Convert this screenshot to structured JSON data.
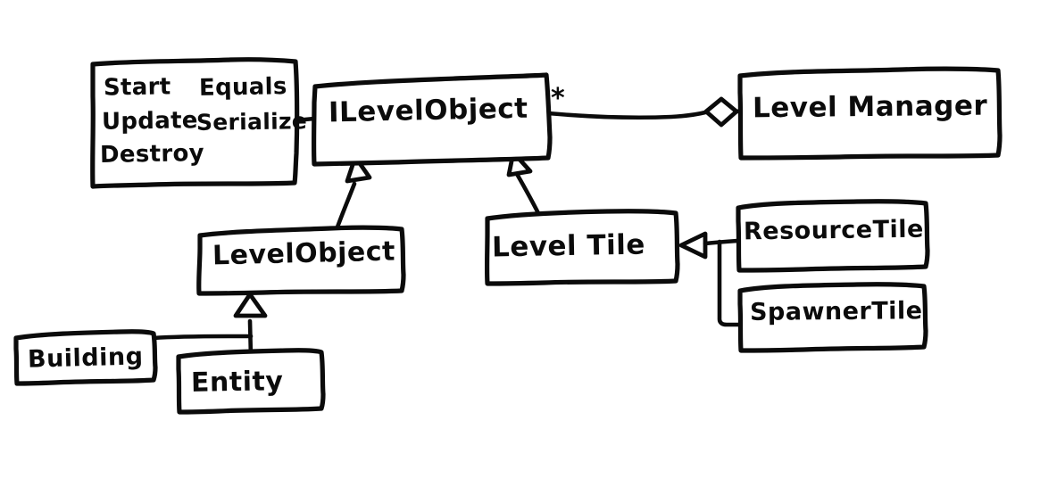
{
  "diagram": {
    "title": "UML class diagram",
    "style": "hand-drawn sketch",
    "background_color": "#ffffff",
    "stroke_color": "#0b0b0b"
  },
  "nodes": {
    "methods_box": {
      "kind": "method-list",
      "methods": [
        "Start",
        "Equals",
        "Update",
        "Serialize",
        "Destroy"
      ],
      "column_left": [
        "Start",
        "Update",
        "Destroy"
      ],
      "column_right": [
        "Equals",
        "Serialize"
      ]
    },
    "ilevelobject": {
      "label": "ILevelObject",
      "kind": "interface",
      "multiplicity": "*"
    },
    "levelmanager": {
      "label": "Level Manager",
      "kind": "class"
    },
    "levelobject": {
      "label": "LevelObject",
      "kind": "class"
    },
    "leveltile": {
      "label": "Level Tile",
      "kind": "class"
    },
    "resourcetile": {
      "label": "ResourceTile",
      "kind": "class"
    },
    "spawnertile": {
      "label": "SpawnerTile",
      "kind": "class"
    },
    "building": {
      "label": "Building",
      "kind": "class"
    },
    "entity": {
      "label": "Entity",
      "kind": "class"
    }
  },
  "edges": [
    {
      "from": "methods_box",
      "to": "ilevelobject",
      "type": "association",
      "label": ""
    },
    {
      "from": "levelmanager",
      "to": "ilevelobject",
      "type": "aggregation",
      "label": "*",
      "marker_at": "levelmanager",
      "marker": "open-diamond"
    },
    {
      "from": "levelobject",
      "to": "ilevelobject",
      "type": "generalization",
      "marker_at": "ilevelobject",
      "marker": "hollow-triangle"
    },
    {
      "from": "leveltile",
      "to": "ilevelobject",
      "type": "generalization",
      "marker_at": "ilevelobject",
      "marker": "hollow-triangle"
    },
    {
      "from": "entity",
      "to": "levelobject",
      "type": "generalization",
      "marker_at": "levelobject",
      "marker": "hollow-triangle"
    },
    {
      "from": "building",
      "to": "levelobject",
      "type": "generalization",
      "marker_at": "levelobject",
      "marker": "hollow-triangle"
    },
    {
      "from": "resourcetile",
      "to": "leveltile",
      "type": "generalization",
      "marker_at": "leveltile",
      "marker": "hollow-triangle"
    },
    {
      "from": "spawnertile",
      "to": "leveltile",
      "type": "generalization",
      "marker_at": "leveltile",
      "marker": "hollow-triangle"
    }
  ]
}
